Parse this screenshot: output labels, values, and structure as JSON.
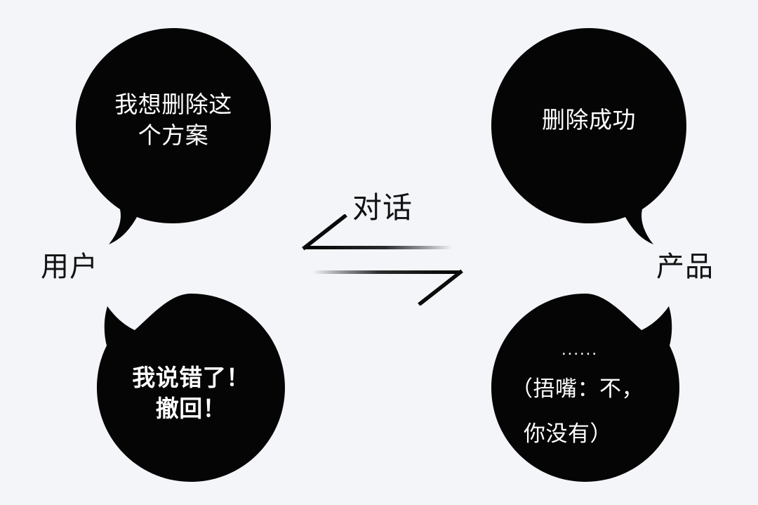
{
  "background_color": "#f3f5f9",
  "bubble_color": "#050505",
  "bubble_text_color": "#ffffff",
  "label_text_color": "#121212",
  "center": {
    "label": "对话",
    "arrow_left_name": "arrow-pointing-left",
    "arrow_right_name": "arrow-pointing-right"
  },
  "side_labels": {
    "left": "用户",
    "right": "产品"
  },
  "bubbles": {
    "user_top": {
      "text": "我想删除这\n个方案",
      "tail": "down-left"
    },
    "product_top": {
      "text": "删除成功",
      "tail": "down-right"
    },
    "user_bottom": {
      "text": "我说错了！\n撤回！",
      "horn": "upper-left"
    },
    "product_bottom": {
      "dots": "......",
      "line1": "（捂嘴：不，",
      "line2": "你没有）",
      "horn": "upper-right"
    }
  }
}
